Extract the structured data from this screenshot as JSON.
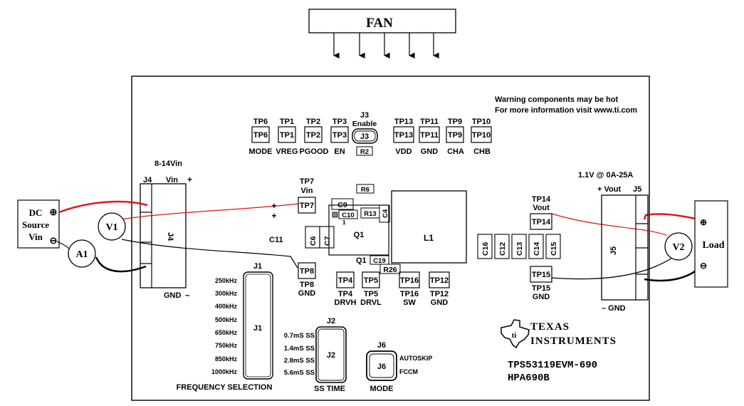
{
  "fan": {
    "label": "FAN"
  },
  "warning": {
    "line1": "Warning components may be hot",
    "line2": "For more information visit www.ti.com"
  },
  "top_test_points": [
    {
      "top": "TP6",
      "box": "TP6",
      "bottom": "MODE"
    },
    {
      "top": "TP1",
      "box": "TP1",
      "bottom": "VREG"
    },
    {
      "top": "TP2",
      "box": "TP2",
      "bottom": "PGOOD"
    },
    {
      "top": "TP3",
      "box": "TP3",
      "bottom": "EN"
    },
    {
      "top": "TP13",
      "box": "TP13",
      "bottom": "VDD"
    },
    {
      "top": "TP11",
      "box": "TP11",
      "bottom": "GND"
    },
    {
      "top": "TP9",
      "box": "TP9",
      "bottom": "CHA"
    },
    {
      "top": "TP10",
      "box": "TP10",
      "bottom": "CHB"
    }
  ],
  "j3": {
    "title": "J3",
    "subtitle": "Enable",
    "box": "J3",
    "r2": "R2"
  },
  "input": {
    "range": "8-14Vin",
    "j4": "J4",
    "vin": "Vin",
    "plus": "+",
    "gnd": "GND",
    "minus": "–",
    "j4_vertical": "J4"
  },
  "source": {
    "line1": "DC",
    "line2": "Source",
    "line3": "Vin",
    "plus_symbol": "⊕",
    "minus_symbol": "⊖"
  },
  "meters": {
    "v1": "V1",
    "a1": "A1",
    "v2": "V2"
  },
  "tp7": {
    "top1": "TP7",
    "top2": "Vin",
    "box": "TP7",
    "plus1": "+",
    "plus2": "+"
  },
  "tp8": {
    "box": "TP8",
    "bottom1": "TP8",
    "bottom2": "GND"
  },
  "components": {
    "c11": "C11",
    "c6": "C6",
    "c7": "C7",
    "c9": "C9",
    "c10": "C10",
    "r13": "R13",
    "c4": "C4",
    "r6": "R6",
    "q1": "Q1",
    "q1b": "Q1",
    "c19": "C19",
    "r26": "R26",
    "l1": "L1",
    "one": "1"
  },
  "mid_test_points": [
    {
      "box": "TP4",
      "b1": "TP4",
      "b2": "DRVH"
    },
    {
      "box": "TP5",
      "b1": "TP5",
      "b2": "DRVL"
    },
    {
      "box": "TP16",
      "b1": "TP16",
      "b2": "SW"
    },
    {
      "box": "TP12",
      "b1": "TP12",
      "b2": "GND"
    }
  ],
  "output_caps": [
    "C16",
    "C12",
    "C13",
    "C14",
    "C15"
  ],
  "output": {
    "rating": "1.1V @ 0A-25A",
    "tp14_top1": "TP14",
    "tp14_top2": "Vout",
    "tp14_box": "TP14",
    "plus_vout": "+  Vout",
    "j5": "J5",
    "j5_vertical": "J5",
    "tp15_box": "TP15",
    "tp15_b1": "TP15",
    "tp15_b2": "GND",
    "minus_gnd": "–  GND"
  },
  "load": {
    "label": "Load",
    "plus_symbol": "⊕",
    "minus_symbol": "⊖"
  },
  "frequency": {
    "j1": "J1",
    "j1_box": "J1",
    "title": "FREQUENCY  SELECTION",
    "options": [
      "250kHz",
      "300kHz",
      "400kHz",
      "500kHz",
      "650kHz",
      "750kHz",
      "850kHz",
      "1000kHz"
    ]
  },
  "ss_time": {
    "j2": "J2",
    "j2_box": "J2",
    "title": "SS TIME",
    "options": [
      "0.7mS SS",
      "1.4mS SS",
      "2.8mS SS",
      "5.6mS SS"
    ]
  },
  "mode": {
    "j6": "J6",
    "j6_box": "J6",
    "title": "MODE",
    "autoskip": "AUTOSKIP",
    "fccm": "FCCM"
  },
  "logo": {
    "line1": "Texas",
    "line2": "Instruments"
  },
  "board": {
    "part": "TPS53119EVM-690",
    "id": "HPA690B"
  },
  "colors": {
    "wire_red": "#e0161b",
    "wire_black": "#000000"
  }
}
